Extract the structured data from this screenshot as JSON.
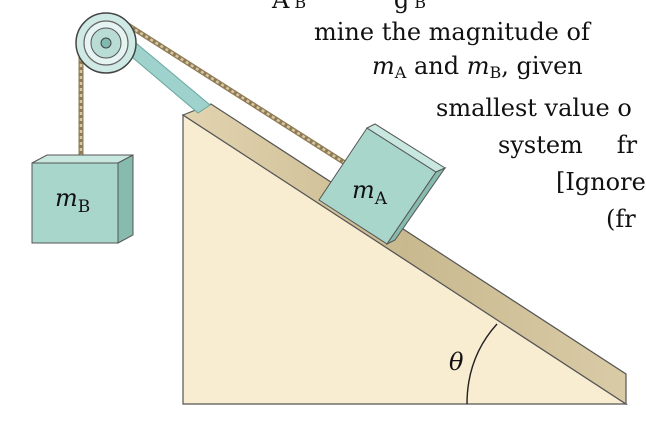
{
  "text_lines": [
    {
      "segments": [
        "A",
        " B",
        " g",
        " B"
      ]
    },
    {
      "segments": [
        "mine the magnitude of"
      ]
    },
    {
      "segments": [
        "m",
        "A",
        " and ",
        "m",
        "B",
        ", given"
      ]
    },
    {
      "segments": [
        "smallest value o"
      ]
    },
    {
      "segments": [
        "system",
        "fr"
      ]
    },
    {
      "segments": [
        "[Ignore"
      ]
    },
    {
      "segments": [
        "(fr"
      ]
    }
  ],
  "diagram": {
    "block_b": {
      "m": "m",
      "sub": "B"
    },
    "block_a": {
      "m": "m",
      "sub": "A"
    },
    "angle_label": "θ"
  },
  "colors": {
    "incline_face": "#f8ecd1",
    "incline_top": "#d9caa4",
    "block": "#a9d6cb",
    "block_top": "#c8e8df",
    "block_side": "#86bbad",
    "rope": "#b8a47e",
    "pulley": "#cfeae4",
    "rod": "#9fd2cc",
    "outline": "#3a3a3a"
  }
}
